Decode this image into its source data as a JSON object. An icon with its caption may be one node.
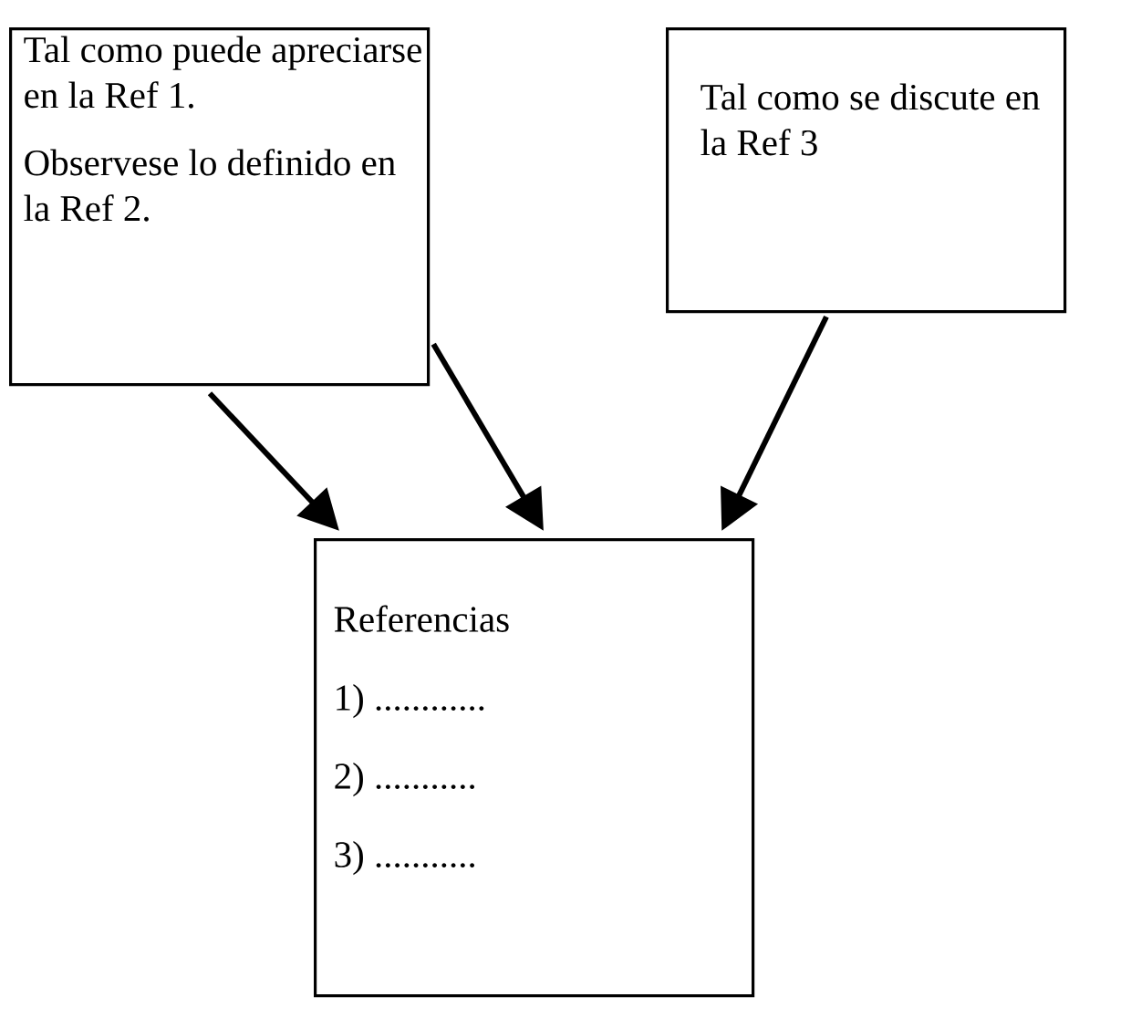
{
  "diagram": {
    "nodes": [
      {
        "text": [
          "Tal como puede apreciarse en la Ref 1.",
          "Observese lo definido en la Ref 2."
        ]
      },
      {
        "text": [
          "Tal como se discute en la Ref 3"
        ]
      },
      {
        "text": [
          "Referencias",
          "1) ............",
          "2) ...........",
          "3) ..........."
        ]
      }
    ],
    "edges": [
      {
        "from": 0,
        "to": 2,
        "arrow": "to"
      },
      {
        "from": 0,
        "to": 2,
        "arrow": "to"
      },
      {
        "from": 1,
        "to": 2,
        "arrow": "to"
      }
    ]
  }
}
